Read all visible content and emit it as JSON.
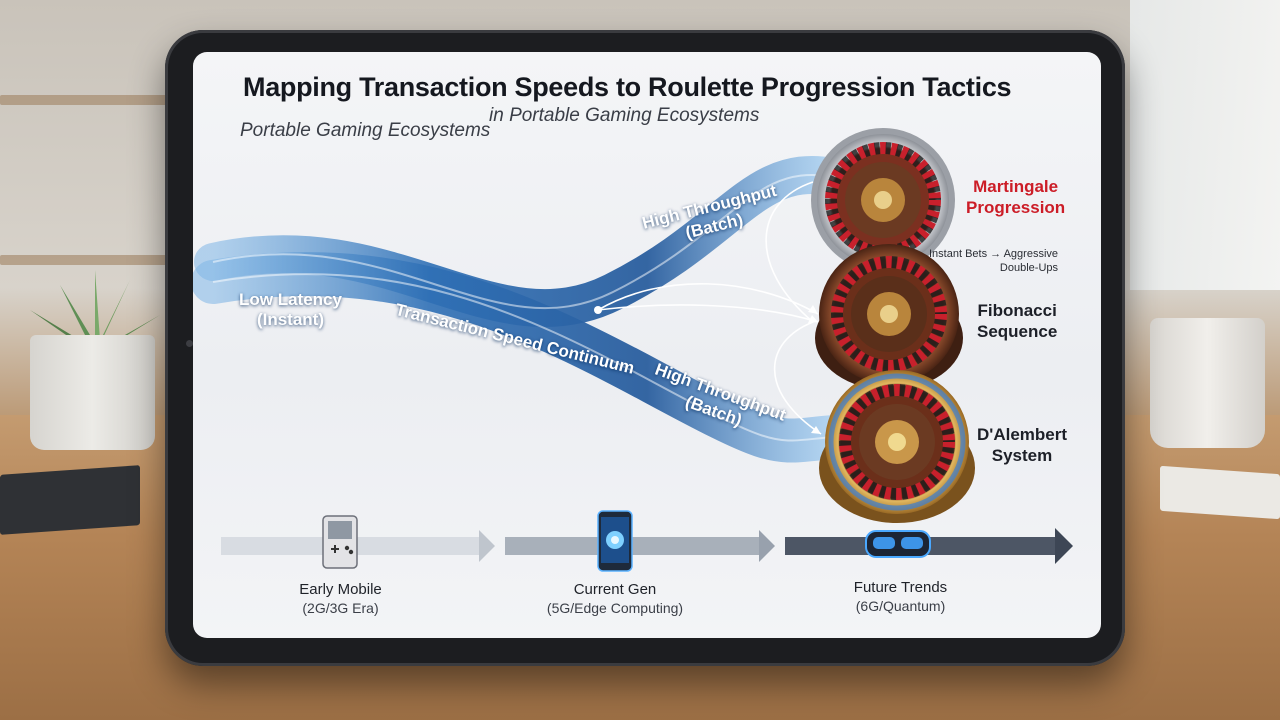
{
  "title": "Mapping Transaction Speeds to Roulette Progression Tactics",
  "subtitle_left": "Portable Gaming Ecosystems",
  "subtitle_right": "in Portable Gaming Ecosystems",
  "flow": {
    "low_latency": [
      "Low Latency",
      "(Instant)"
    ],
    "continuum": "Transaction Speed Continuum",
    "high_upper": [
      "High Throughput",
      "(Batch)"
    ],
    "high_lower": [
      "High Throughput",
      "(Batch)"
    ]
  },
  "strategies": [
    {
      "name": [
        "Martingale",
        "Progression"
      ],
      "color": "#cc1d27",
      "wheel": "silver"
    },
    {
      "name": [
        "Fibonacci",
        "Sequence"
      ],
      "color": "#1d2028",
      "wheel": "wood"
    },
    {
      "name": [
        "D'Alembert",
        "System"
      ],
      "color": "#1d2028",
      "wheel": "gold"
    }
  ],
  "martingale_note": [
    "Instant Bets → Aggressive",
    "Double-Ups"
  ],
  "timeline": [
    {
      "label": "Early Mobile",
      "sub": "(2G/3G Era)",
      "icon": "handheld-console-icon"
    },
    {
      "label": "Current Gen",
      "sub": "(5G/Edge Computing)",
      "icon": "smartphone-icon"
    },
    {
      "label": "Future Trends",
      "sub": "(6G/Quantum)",
      "icon": "vr-headset-icon"
    }
  ]
}
